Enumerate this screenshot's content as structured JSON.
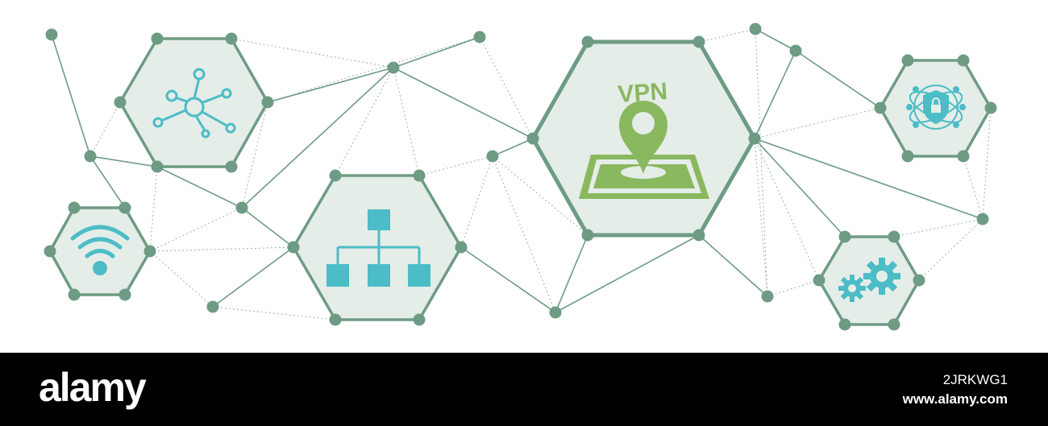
{
  "illustration": {
    "colors": {
      "hexagon_stroke": "#6e9b84",
      "hexagon_fill": "#e4ede8",
      "node": "#6e9b84",
      "icon_teal": "#4cbcc6",
      "icon_green": "#8ab85f",
      "background": "#ffffff"
    },
    "hexagons": [
      {
        "icon": "network-hub-icon"
      },
      {
        "icon": "wifi-icon"
      },
      {
        "icon": "hierarchy-chart-icon"
      },
      {
        "icon": "vpn-location-pin-icon",
        "label": "VPN"
      },
      {
        "icon": "security-shield-lock-icon"
      },
      {
        "icon": "gears-icon"
      }
    ]
  },
  "footer": {
    "brand": "alamy",
    "image_id": "2JRKWG1",
    "url": "www.alamy.com"
  }
}
